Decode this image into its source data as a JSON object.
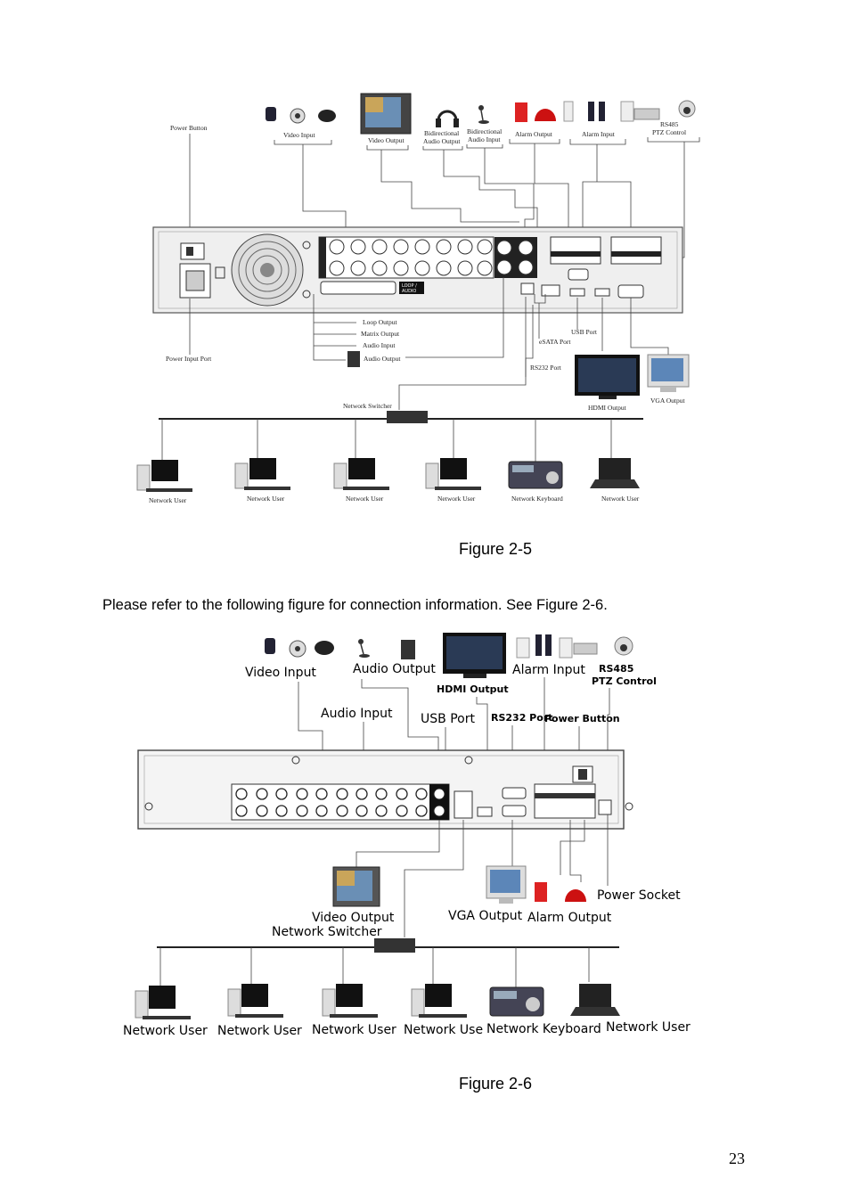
{
  "figure1": {
    "caption": "Figure 2-5",
    "labels": {
      "power_button": "Power Button",
      "video_input": "Video Input",
      "video_output": "Video Output",
      "bidir_audio_output_1": "Bidirectional",
      "bidir_audio_output_2": "Audio Output",
      "bidir_audio_input_1": "Bidirectional",
      "bidir_audio_input_2": "Audio Input",
      "alarm_output": "Alarm Output",
      "alarm_input": "Alarm Input",
      "rs485_1": "RS485",
      "rs485_2": "PTZ Control",
      "power_input_port": "Power Input Port",
      "loop_output": "Loop Output",
      "matrix_output": "Matrix Output",
      "audio_input": "Audio Input",
      "audio_output": "Audio Output",
      "usb_port": "USB Port",
      "esata_port": "eSATA Port",
      "rs232_port": "RS232 Port",
      "network_switcher": "Network Switcher",
      "hdmi_output": "HDMI Output",
      "vga_output": "VGA Output",
      "panel_tag_1": "LOOP /",
      "panel_tag_2": "AUDIO",
      "users": [
        "Network User",
        "Network User",
        "Network User",
        "Network User",
        "Network Keyboard",
        "Network User"
      ]
    }
  },
  "paragraph": "Please refer to the following figure for connection information. See Figure 2-6.",
  "figure2": {
    "caption": "Figure 2-6",
    "labels": {
      "video_input": "Video Input",
      "audio_output": "Audio Output",
      "hdmi_output": "HDMI Output",
      "alarm_input": "Alarm Input",
      "rs485_1": "RS485",
      "rs485_2": "PTZ Control",
      "audio_input": "Audio Input",
      "usb_port": "USB Port",
      "rs232_port": "RS232 Port",
      "power_button": "Power Button",
      "power_socket": "Power Socket",
      "video_output": "Video Output",
      "network_switcher": "Network Switcher",
      "vga_output": "VGA Output",
      "alarm_output": "Alarm Output",
      "users": [
        "Network User",
        "Network User",
        "Network User",
        "Network Use",
        "Network Keyboard",
        "Network User"
      ]
    }
  },
  "page_number": "23"
}
